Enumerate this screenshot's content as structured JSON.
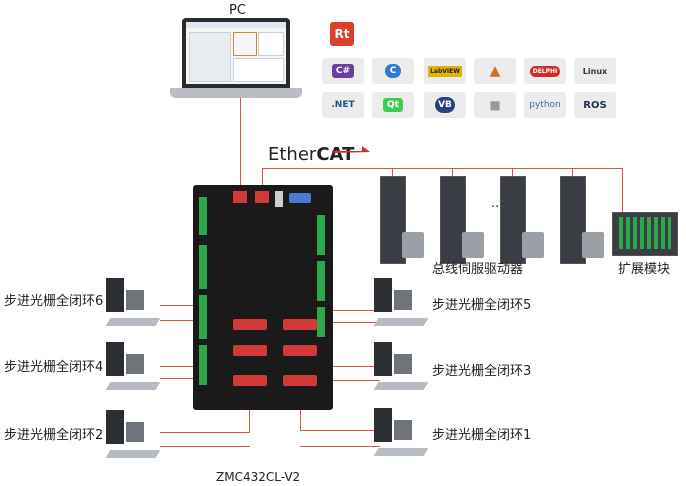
{
  "pc_label": "PC",
  "controller_label": "ZMC432CL-V2",
  "ethercat": {
    "ether": "Ether",
    "cat": "CAT"
  },
  "servo_group_label": "总线伺服驱动器",
  "ellipsis": "......",
  "expansion_label": "扩展模块",
  "loops": {
    "l6": "步进光栅全闭环6",
    "l4": "步进光栅全闭环4",
    "l2": "步进光栅全闭环2",
    "l5": "步进光栅全闭环5",
    "l3": "步进光栅全闭环3",
    "l1": "步进光栅全闭环1"
  },
  "software_icons": [
    {
      "name": "rt-icon",
      "text": "Rt",
      "color": "#d8422a"
    },
    {
      "name": "csharp-icon",
      "text": "C#",
      "color": "#6a3fa0"
    },
    {
      "name": "c-language-icon",
      "text": "C",
      "color": "#2a7ad6"
    },
    {
      "name": "labview-icon",
      "text": "LabVIEW",
      "color": "#e0b400"
    },
    {
      "name": "matlab-icon",
      "text": "▲",
      "color": "#e06a1f"
    },
    {
      "name": "delphi-icon",
      "text": "DELPHI",
      "color": "#d42b2b"
    },
    {
      "name": "linux-icon",
      "text": "Linux",
      "color": "#333333"
    },
    {
      "name": "dotnet-icon",
      "text": ".NET",
      "color": "#1a4fa0"
    },
    {
      "name": "qt-icon",
      "text": "Qt",
      "color": "#41cd52"
    },
    {
      "name": "vb-icon",
      "text": "VB",
      "color": "#2a3f8a"
    },
    {
      "name": "printer-icon",
      "text": "■",
      "color": "#9a9a9a"
    },
    {
      "name": "python-icon",
      "text": "python",
      "color": "#3a6ea5"
    },
    {
      "name": "ros-icon",
      "text": "ROS",
      "color": "#22314e"
    }
  ],
  "colors": {
    "wire": "#d9534f",
    "ethercat": "#222222",
    "arrow": "#d42b2b"
  }
}
